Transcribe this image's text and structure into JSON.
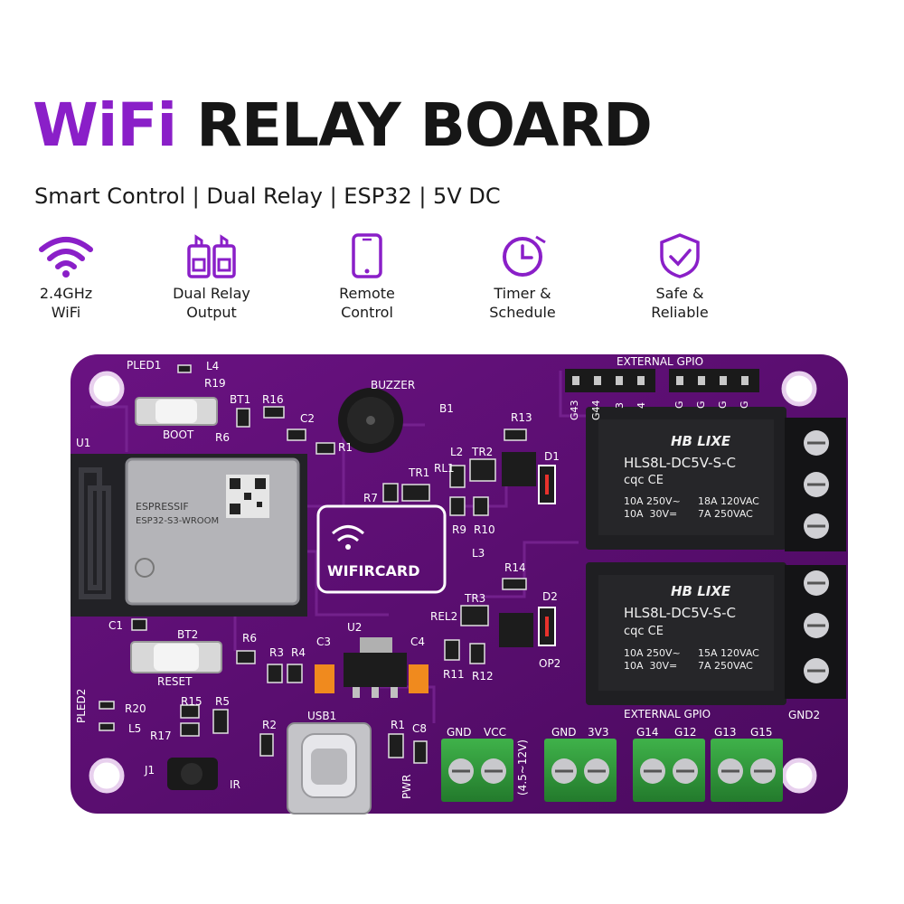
{
  "header": {
    "title_accent": "WiFi",
    "title_rest": "RELAY BOARD",
    "subtitle": "Smart Control | Dual Relay | ESP32 | 5V DC"
  },
  "features": [
    {
      "icon": "wifi-icon",
      "label": "2.4GHz\nWiFi"
    },
    {
      "icon": "relay-icon",
      "label": "Dual Relay\nOutput"
    },
    {
      "icon": "smartphone-icon",
      "label": "Remote\nControl"
    },
    {
      "icon": "clock-icon",
      "label": "Timer &\nSchedule"
    },
    {
      "icon": "shield-check-icon",
      "label": "Safe &\nReliable"
    }
  ],
  "board": {
    "silkscreen": {
      "pled1": "PLED1",
      "l4": "L4",
      "r19": "R19",
      "bt1": "BT1",
      "r16": "R16",
      "boot": "BOOT",
      "r6_top": "R6",
      "c2": "C2",
      "r1_top": "R1",
      "u1": "U1",
      "buzzer": "BUZZER",
      "b1": "B1",
      "r13": "R13",
      "l2": "L2",
      "tr2": "TR2",
      "d1": "D1",
      "rl1": "RL1",
      "tr1": "TR1",
      "r7": "R7",
      "r9": "R9",
      "r10": "R10",
      "l3": "L3",
      "r14": "R14",
      "tr3": "TR3",
      "d2": "D2",
      "rel2": "REL2",
      "op2": "OP2",
      "r11": "R11",
      "r12": "R12",
      "c1": "C1",
      "bt2": "BT2",
      "reset": "RESET",
      "r6": "R6",
      "r3": "R3",
      "r4": "R4",
      "c3": "C3",
      "u2": "U2",
      "c4": "C4",
      "pled2": "PLED2",
      "r20": "R20",
      "l5": "L5",
      "r15": "R15",
      "r5": "R5",
      "r17": "R17",
      "r2": "R2",
      "usb1": "USB1",
      "r1": "R1",
      "c8": "C8",
      "pwr": "PWR",
      "j1": "J1",
      "ir": "IR",
      "gnd2": "GND2",
      "external_gpio_top": "EXTERNAL  GPIO",
      "external_gpio_bottom": "EXTERNAL  GPIO",
      "voltage": "(4.5~12V)",
      "gpio_top_pins": [
        "G43",
        "G44",
        "3",
        "4"
      ],
      "gpio_top_pins2": [
        "G",
        "G",
        "G",
        "G"
      ]
    },
    "module": {
      "brand": "ESPRESSIF",
      "line2": "ESP32-S3-WROOM"
    },
    "logo_text": "WIFIRCARD",
    "relays": [
      {
        "brand": "HB LIXE",
        "model": "HLS8L-DC5V-S-C",
        "cert": "cqc CE",
        "rating_left": "10A 250V~\n10A  30V=",
        "rating_right": "18A 120VAC\n7A 250VAC"
      },
      {
        "brand": "HB LIXE",
        "model": "HLS8L-DC5V-S-C",
        "cert": "cqc CE",
        "rating_left": "10A 250V~\n10A  30V=",
        "rating_right": "15A 120VAC\n7A 250VAC"
      }
    ],
    "terminals": [
      {
        "labels": [
          "GND",
          "VCC"
        ]
      },
      {
        "labels": [
          "GND",
          "3V3"
        ]
      },
      {
        "labels": [
          "G14",
          "G12"
        ]
      },
      {
        "labels": [
          "G13",
          "G15"
        ]
      }
    ]
  },
  "colors": {
    "accent": "#8a1fc8",
    "pcb": "#5a0c6e",
    "relay": "#1c1c1e",
    "terminal_green": "#2f9a3a",
    "usb_c": "#c8c8c8"
  }
}
